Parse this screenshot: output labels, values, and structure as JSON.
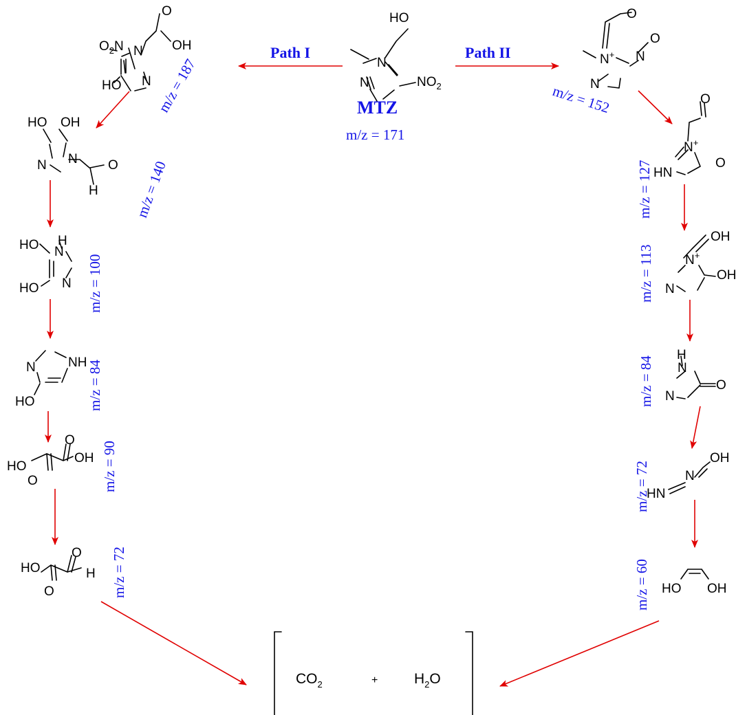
{
  "path_labels": {
    "path1": "Path I",
    "path2": "Path II"
  },
  "parent": {
    "name": "MTZ",
    "mz": "m/z = 171"
  },
  "path1": {
    "mz": [
      "m/z = 187",
      "m/z = 140",
      "m/z = 100",
      "m/z = 84",
      "m/z = 90",
      "m/z = 72"
    ]
  },
  "path2": {
    "mz": [
      "m/z = 152",
      "m/z = 127",
      "m/z = 113",
      "m/z = 84",
      "m/z = 72",
      "m/z = 60"
    ]
  },
  "atoms": {
    "ho": "HO",
    "oh": "OH",
    "o": "O",
    "n": "N",
    "h": "H",
    "nh": "NH",
    "hn": "HN",
    "no2_main": "NO",
    "no2_sub": "2",
    "o2n_o": "O",
    "o2n_sub": "2",
    "o2n_n": "N",
    "plus": "+"
  },
  "final": {
    "co2": "CO",
    "co2_sub": "2",
    "plus": "+",
    "h2o_h": "H",
    "h2o_sub": "2",
    "h2o_o": "O"
  },
  "colors": {
    "arrow": "#e00000",
    "label": "#1414e6",
    "structure": "#000000"
  }
}
